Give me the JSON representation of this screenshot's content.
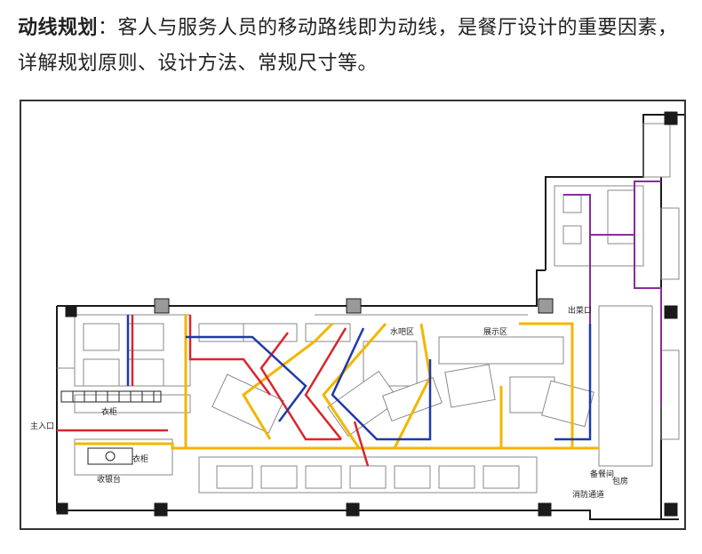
{
  "intro": {
    "lead": "动线规划",
    "colon": "：",
    "text": "客人与服务人员的移动路线即为动线，是餐厅设计的重要因素，详解规划原则、设计方法、常规尺寸等。"
  },
  "plan": {
    "labels": {
      "coat_rack_top": "衣柜",
      "coat_rack_side": "衣柜",
      "cashier": "收银台",
      "entrance": "主入口",
      "bar_area": "水吧区",
      "display_area": "展示区",
      "fire_exit": "消防通道",
      "kitchen_entry": "出菜口",
      "room": "包房",
      "misc": "备餐间"
    },
    "colors": {
      "wall": "#1a1a1a",
      "line": "#8a8a8a",
      "yellow": "#f2b600",
      "red": "#d9262c",
      "blue": "#1f3aa8",
      "purple": "#8a2c9c",
      "column": "#9a9a9a"
    }
  }
}
